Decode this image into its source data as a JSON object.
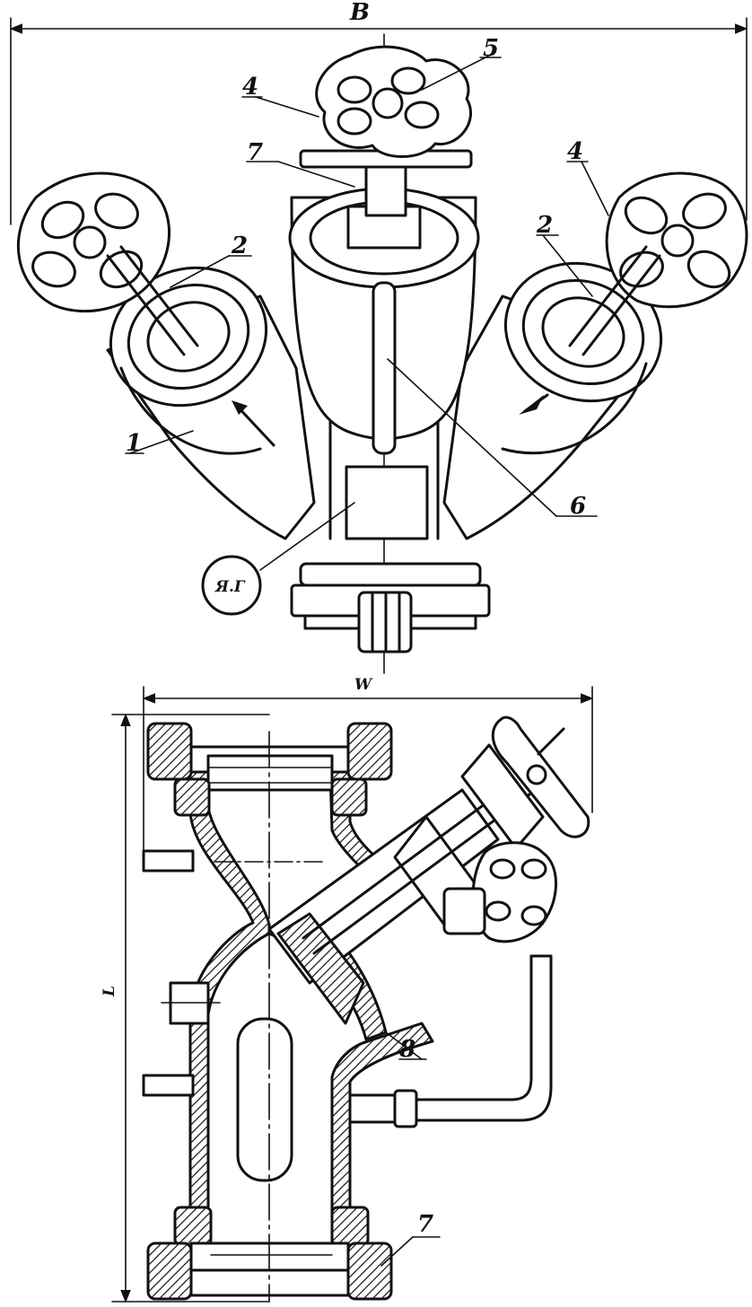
{
  "dimensions": {
    "width_label": "B",
    "inner_width_label": "W",
    "length_label": "L"
  },
  "callouts": {
    "top_view": [
      "5",
      "4",
      "7",
      "4",
      "2",
      "2",
      "1",
      "6",
      "Я.Г"
    ],
    "section_view": [
      "8",
      "7"
    ]
  }
}
